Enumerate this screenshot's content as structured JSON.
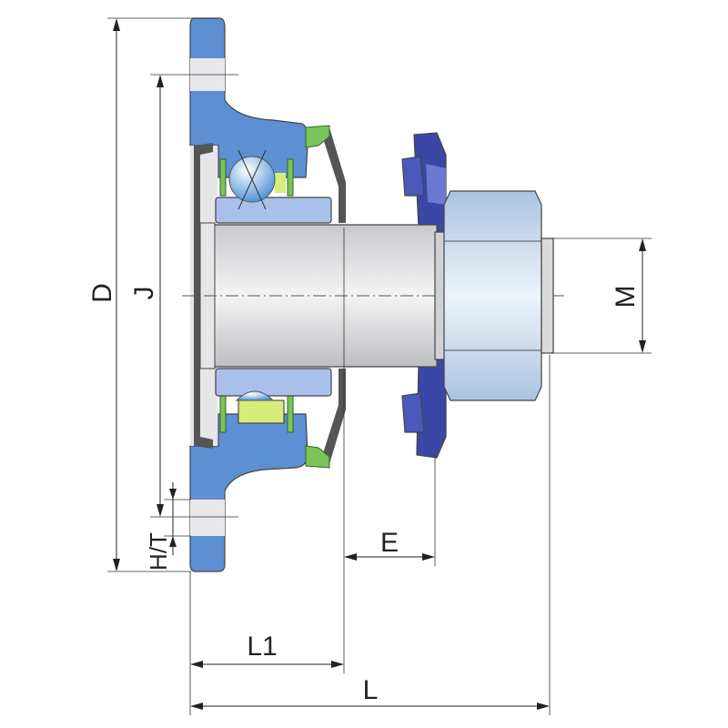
{
  "labels": {
    "D": "D",
    "J": "J",
    "HT": "H/T",
    "E": "E",
    "M": "M",
    "L1": "L1",
    "L": "L"
  },
  "colors": {
    "housing": "#5d8fd3",
    "ring": "#a9c1ea",
    "seal": "#7cc35a",
    "shaft": "#d9dadc",
    "nut": "#c9dcef",
    "wheel": "#3b47a6",
    "cover": "#555555"
  }
}
